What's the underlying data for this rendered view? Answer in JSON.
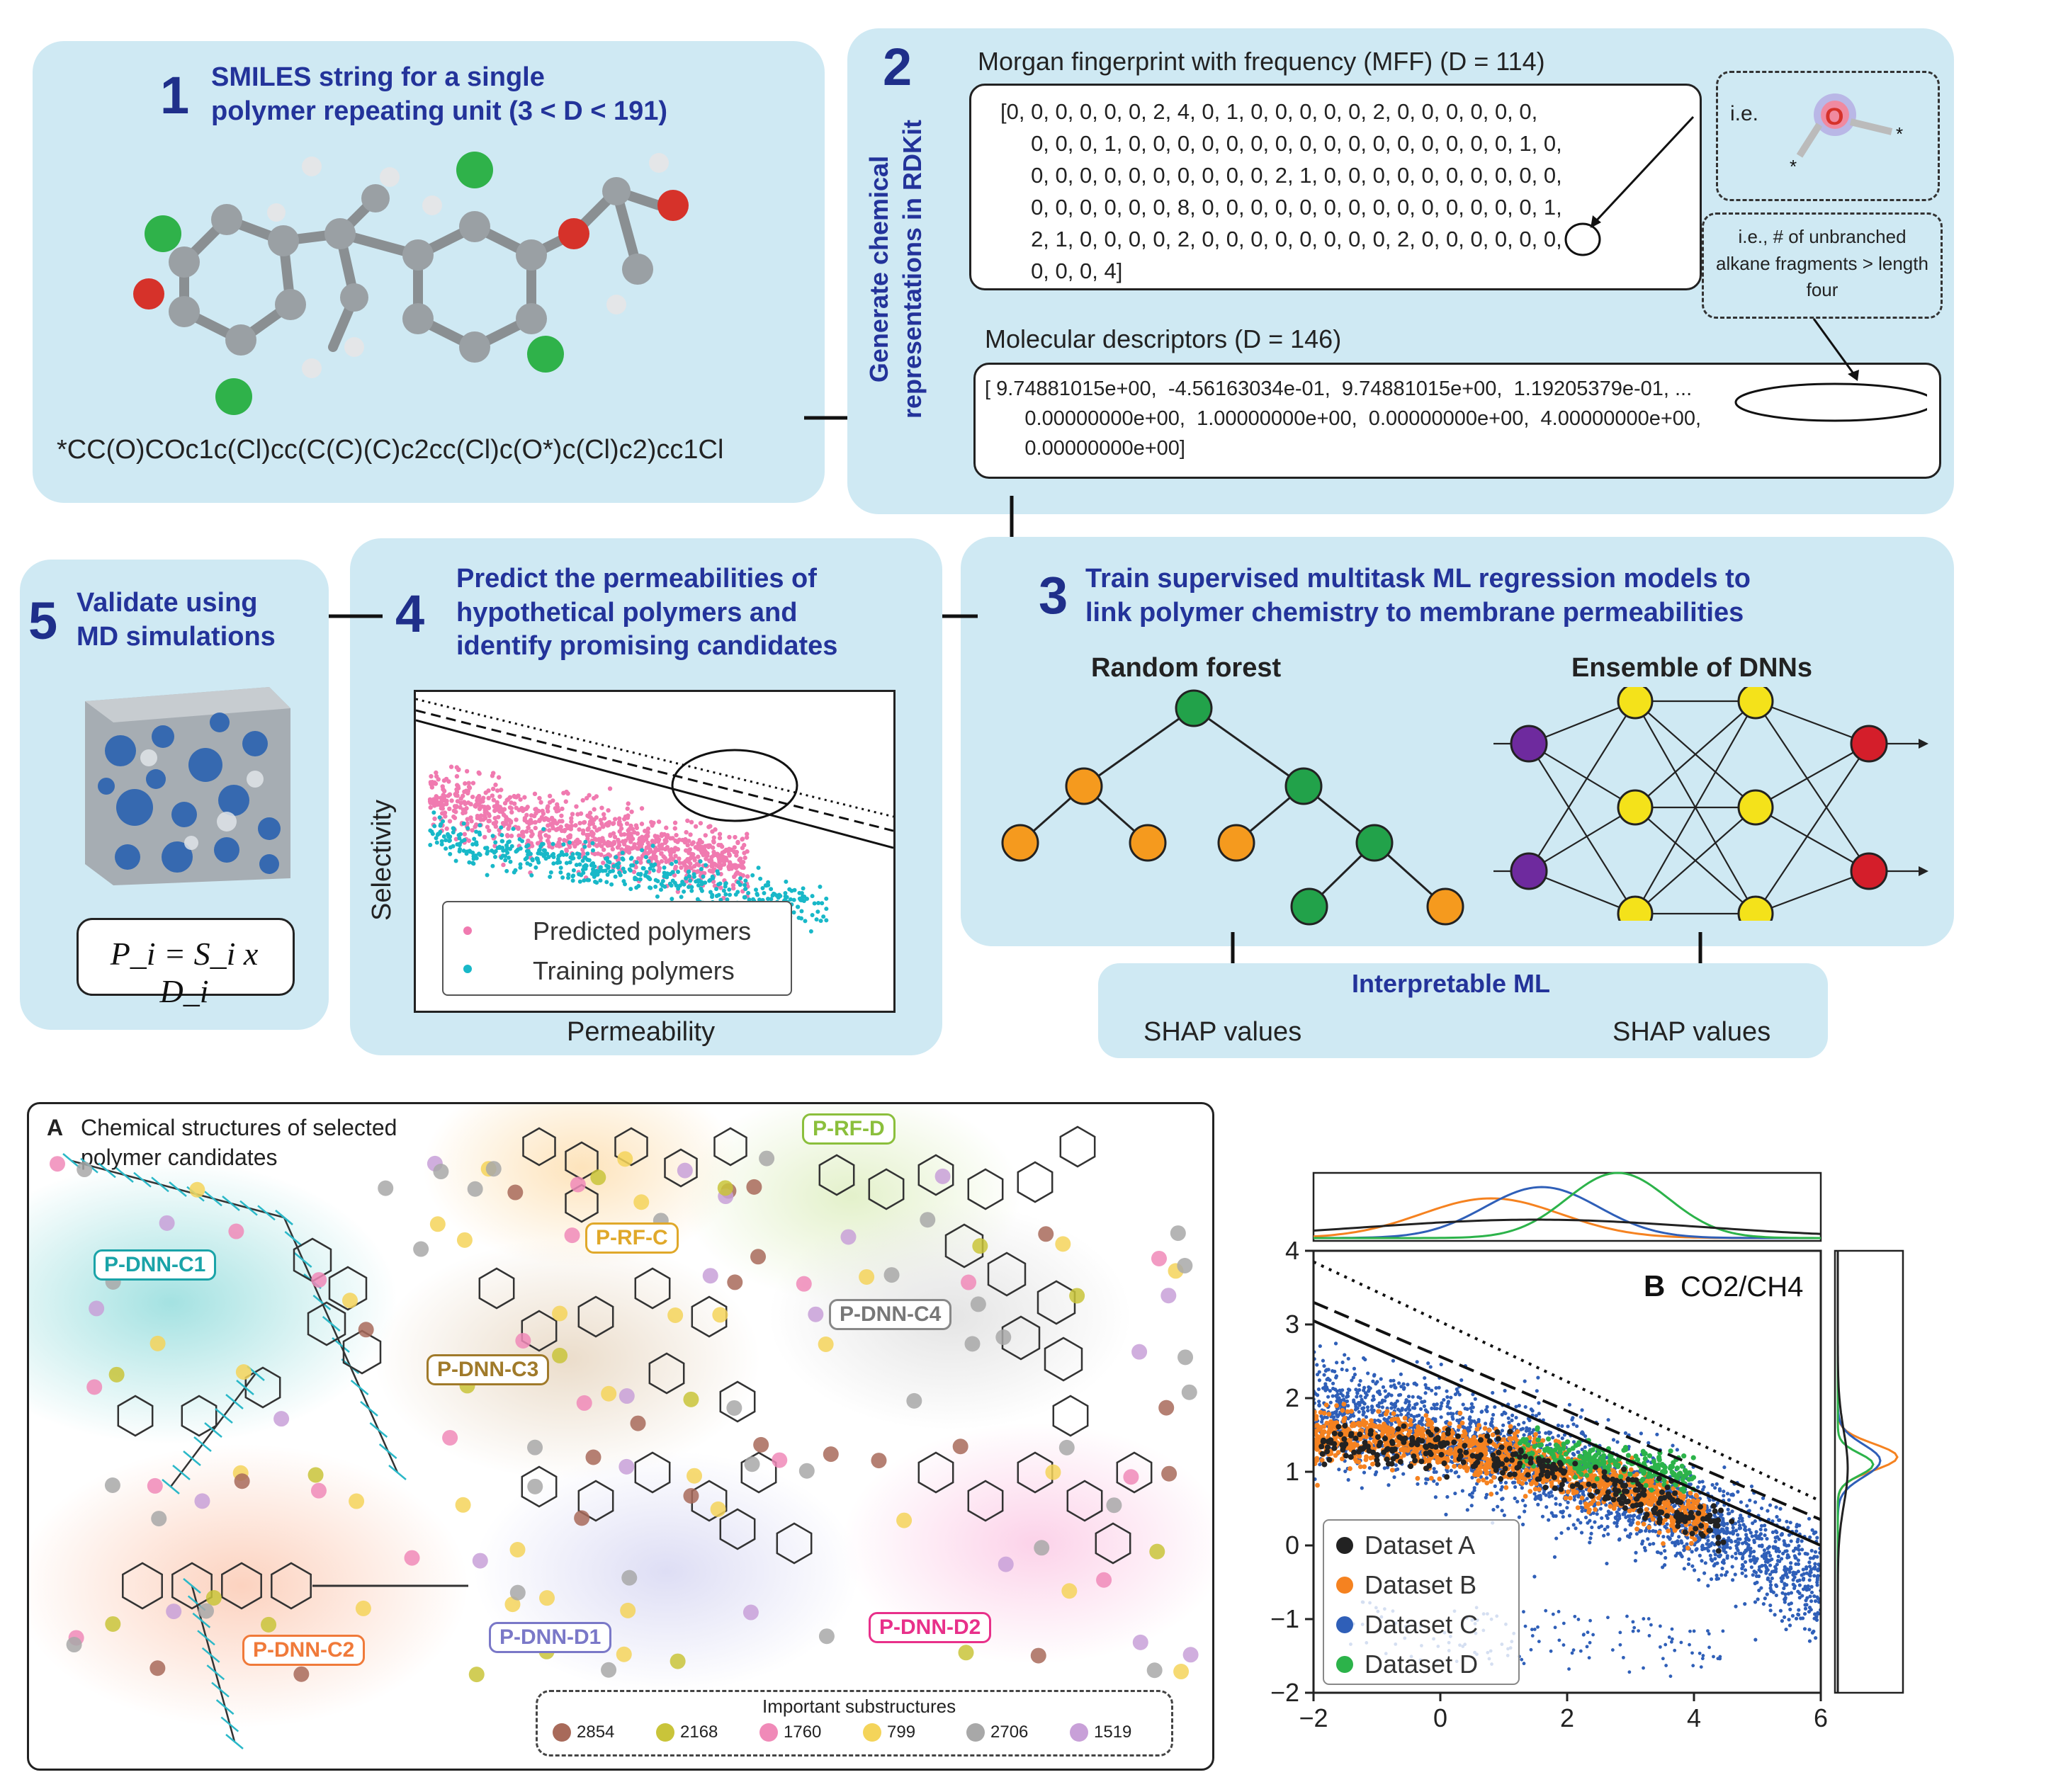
{
  "step1": {
    "number": "1",
    "title_line1": "SMILES string for a single",
    "title_line2": "polymer repeating unit (3 < D < 191)",
    "smiles": "*CC(O)COc1c(Cl)cc(C(C)(C)c2cc(Cl)c(O*)c(Cl)c2)cc1Cl"
  },
  "step2": {
    "number": "2",
    "side_label_1": "Generate chemical",
    "side_label_2": "representations in RDKit",
    "mff_title": "Morgan fingerprint with frequency (MFF) (D = 114)",
    "mff_vector": "[0, 0, 0, 0, 0, 0, 2, 4, 0, 1, 0, 0, 0, 0, 0, 2, 0, 0, 0, 0, 0, 0,\n     0, 0, 0, 1, 0, 0, 0, 0, 0, 0, 0, 0, 0, 0, 0, 0, 0, 0, 0, 0, 1, 0,\n     0, 0, 0, 0, 0, 0, 0, 0, 0, 0, 2, 1, 0, 0, 0, 0, 0, 0, 0, 0, 0, 0,\n     0, 0, 0, 0, 0, 0, 8, 0, 0, 0, 0, 0, 0, 0, 0, 0, 0, 0, 0, 0, 0, 1,\n     2, 1, 0, 0, 0, 0, 2, 0, 0, 0, 0, 0, 0, 0, 0, 2, 0, 0, 0, 0, 0, 0,\n     0, 0, 0, 4]",
    "ie_label": "i.e.",
    "fragment_note": "i.e., # of unbranched alkane fragments > length four",
    "md_title": "Molecular descriptors (D = 146)",
    "md_vector": "[ 9.74881015e+00,  -4.56163034e-01,  9.74881015e+00,  1.19205379e-01, ...\n       0.00000000e+00,  1.00000000e+00,  0.00000000e+00,  4.00000000e+00,\n       0.00000000e+00]"
  },
  "step3": {
    "number": "3",
    "title_line1": "Train supervised multitask ML regression models to",
    "title_line2": "link polymer chemistry to membrane permeabilities",
    "rf_label": "Random forest",
    "dnn_label": "Ensemble of DNNs",
    "interpretable": "Interpretable ML",
    "shap_left": "SHAP values",
    "shap_right": "SHAP values"
  },
  "step4": {
    "number": "4",
    "title_line1": "Predict the permeabilities of",
    "title_line2": "hypothetical polymers and",
    "title_line3": "identify promising candidates",
    "xlabel": "Permeability",
    "ylabel": "Selectivity",
    "legend_predicted": "Predicted polymers",
    "legend_training": "Training polymers"
  },
  "step5": {
    "number": "5",
    "title_line1": "Validate using",
    "title_line2": "MD simulations",
    "equation": "P_i = S_i x D_i"
  },
  "panelA": {
    "letter": "A",
    "title_line1": "Chemical structures of selected",
    "title_line2": "polymer candidates",
    "candidates": [
      {
        "name": "P-DNN-C1",
        "color": "#1aa3a8"
      },
      {
        "name": "P-RF-C",
        "color": "#e0a82a"
      },
      {
        "name": "P-RF-D",
        "color": "#8bbf3c"
      },
      {
        "name": "P-DNN-C3",
        "color": "#a07a2a"
      },
      {
        "name": "P-DNN-C4",
        "color": "#777777"
      },
      {
        "name": "P-DNN-C2",
        "color": "#f07a3a"
      },
      {
        "name": "P-DNN-D1",
        "color": "#7a78c8"
      },
      {
        "name": "P-DNN-D2",
        "color": "#e8308a"
      }
    ],
    "legend_title": "Important substructures",
    "substructures": [
      {
        "id": "2854",
        "color": "#a86a5a"
      },
      {
        "id": "2168",
        "color": "#c9c43a"
      },
      {
        "id": "1760",
        "color": "#f08ab8"
      },
      {
        "id": "799",
        "color": "#f4d45a"
      },
      {
        "id": "2706",
        "color": "#a8a8a8"
      },
      {
        "id": "1519",
        "color": "#c8a0d8"
      }
    ]
  },
  "chart_data": {
    "type": "scatter",
    "panel_letter": "B",
    "title": "CO2/CH4",
    "xlim": [
      -2,
      6
    ],
    "ylim": [
      -2,
      4
    ],
    "xticks": [
      -2,
      0,
      2,
      4,
      6
    ],
    "yticks": [
      -2,
      -1,
      0,
      1,
      2,
      3,
      4
    ],
    "legend_position": "bottom-left",
    "series": [
      {
        "name": "Dataset A",
        "color": "#222222"
      },
      {
        "name": "Dataset B",
        "color": "#f58220"
      },
      {
        "name": "Dataset C",
        "color": "#2f5fb8"
      },
      {
        "name": "Dataset D",
        "color": "#2cb34a"
      }
    ],
    "upper_bounds": [
      {
        "style": "solid",
        "points": [
          [
            -2,
            3.05
          ],
          [
            6,
            0.0
          ]
        ]
      },
      {
        "style": "dashed",
        "points": [
          [
            -2,
            3.3
          ],
          [
            6,
            0.35
          ]
        ]
      },
      {
        "style": "dotted",
        "points": [
          [
            -2,
            3.85
          ],
          [
            6,
            0.6
          ]
        ]
      }
    ]
  }
}
